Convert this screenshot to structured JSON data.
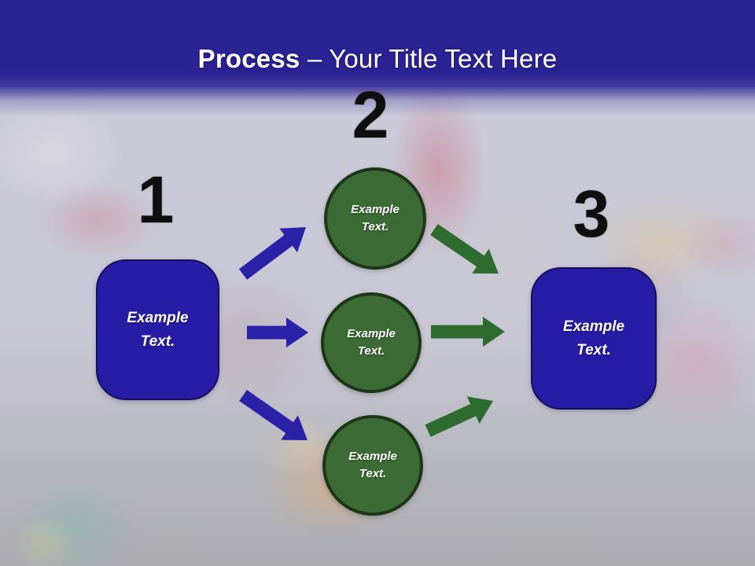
{
  "slide": {
    "header": {
      "title_emphasis": "Process",
      "title_dash": "–",
      "title_rest": "Your Title Text Here"
    },
    "diagram": {
      "step1": {
        "number": "1",
        "shape": "rounded-rectangle",
        "label": "Example Text."
      },
      "step2": {
        "number": "2",
        "shape": "circles",
        "circles": [
          {
            "label": "Example Text."
          },
          {
            "label": "Example Text."
          },
          {
            "label": "Example Text."
          }
        ]
      },
      "step3": {
        "number": "3",
        "shape": "rounded-rectangle",
        "label": "Example Text."
      }
    },
    "colors": {
      "header_blue": "#2b2294",
      "box_blue": "#281ca6",
      "box_blue_border": "#141058",
      "circle_green": "#3c6b35",
      "circle_green_border": "#1d3617",
      "arrow_blue": "#2a21a8",
      "arrow_green": "#2e6b2f",
      "number_color": "#0f0f0f",
      "text_white": "#ffffff"
    }
  }
}
